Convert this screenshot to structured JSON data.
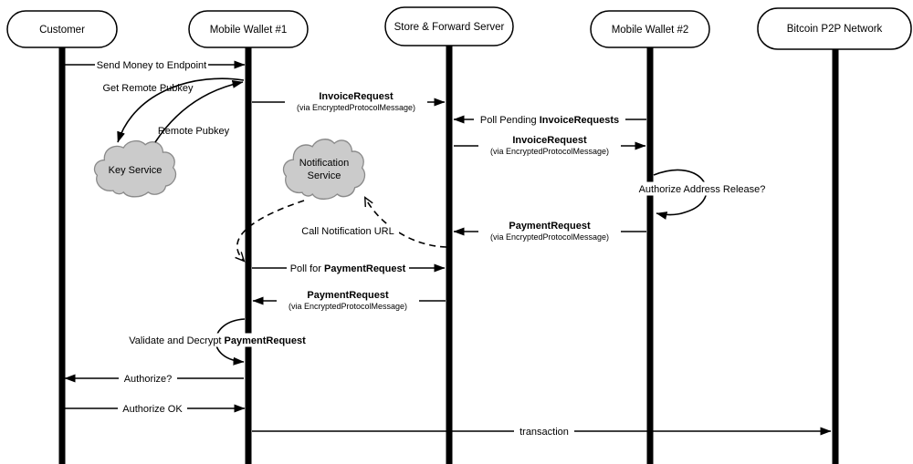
{
  "diagram": {
    "actors": [
      {
        "label": "Customer"
      },
      {
        "label": "Mobile Wallet #1"
      },
      {
        "label": "Store & Forward Server"
      },
      {
        "label": "Mobile Wallet #2"
      },
      {
        "label": "Bitcoin P2P Network"
      }
    ],
    "clouds": {
      "key_service": {
        "label": "Key Service"
      },
      "notification_service": {
        "line1": "Notification",
        "line2": "Service"
      }
    },
    "messages": {
      "send_money": {
        "label": "Send Money to Endpoint"
      },
      "get_remote_pubkey": {
        "label": "Get Remote Pubkey"
      },
      "remote_pubkey": {
        "label": "Remote Pubkey"
      },
      "invoice_request_1": {
        "name": "InvoiceRequest",
        "via": "(via EncryptedProtocolMessage)"
      },
      "poll_pending_invoice_requests": {
        "prefix": "Poll Pending ",
        "emphasis": "InvoiceRequests"
      },
      "invoice_request_2": {
        "name": "InvoiceRequest",
        "via": "(via EncryptedProtocolMessage)"
      },
      "authorize_address_release": {
        "label": "Authorize Address Release?"
      },
      "payment_request_to_server": {
        "name": "PaymentRequest",
        "via": "(via EncryptedProtocolMessage)"
      },
      "call_notification_url": {
        "label": "Call Notification URL"
      },
      "poll_for_payment_request": {
        "prefix": "Poll for ",
        "emphasis": "PaymentRequest"
      },
      "payment_request_to_wallet1": {
        "name": "PaymentRequest",
        "via": "(via EncryptedProtocolMessage)"
      },
      "validate_and_decrypt": {
        "prefix": "Validate and Decrypt ",
        "emphasis": "PaymentRequest"
      },
      "authorize_question": {
        "label": "Authorize?"
      },
      "authorize_ok": {
        "label": "Authorize OK"
      },
      "transaction": {
        "label": "transaction"
      }
    },
    "colors": {
      "line": "#000000",
      "cloud_fill": "#cbcbcb",
      "cloud_stroke": "#8a8a8a",
      "actor_fill": "#ffffff",
      "background": "#ffffff"
    }
  }
}
